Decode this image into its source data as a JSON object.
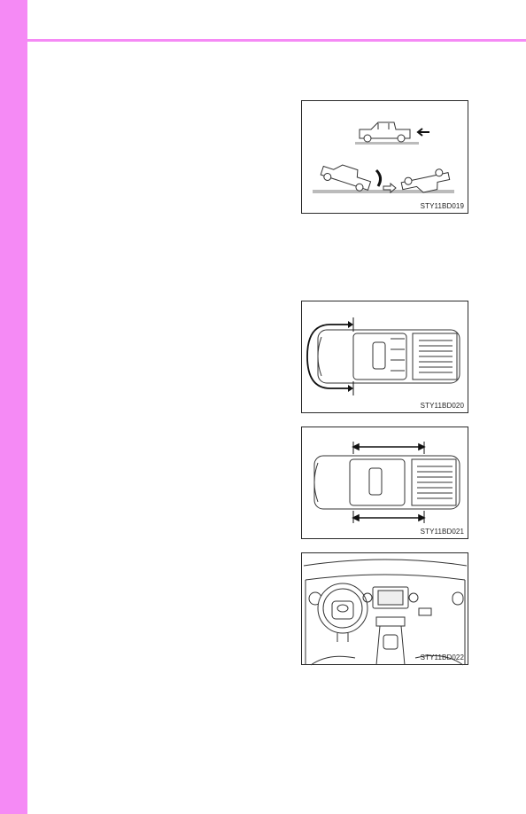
{
  "figures": [
    {
      "code": "STY11BD019",
      "illustration": "truck-rollover-diagram"
    },
    {
      "code": "STY11BD020",
      "illustration": "truck-top-view-turning-radius"
    },
    {
      "code": "STY11BD021",
      "illustration": "truck-top-view-wheelbase"
    },
    {
      "code": "STY11BD022",
      "illustration": "truck-dashboard-interior"
    }
  ],
  "colors": {
    "accent": "#f58af5",
    "border": "#2a2a2a"
  }
}
